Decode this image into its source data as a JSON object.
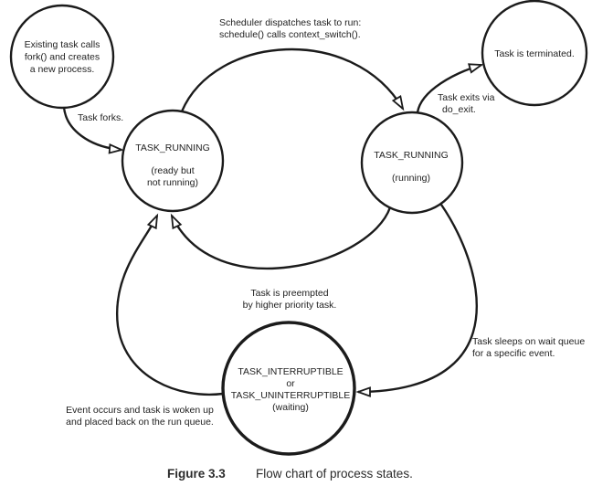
{
  "colors": {
    "ink": "#1b1b1b",
    "background": "#ffffff",
    "text": "#222222"
  },
  "nodes": {
    "new_task": {
      "line1": "Existing task calls",
      "line2": "fork() and creates",
      "line3": "a new process."
    },
    "ready": {
      "name": "TASK_RUNNING",
      "state1": "(ready but",
      "state2": "not running)"
    },
    "running": {
      "name": "TASK_RUNNING",
      "state1": "(running)"
    },
    "terminated": {
      "label": "Task is terminated."
    },
    "waiting": {
      "line1": "TASK_INTERRUPTIBLE",
      "line2": "or",
      "line3": "TASK_UNINTERRUPTIBLE",
      "line4": "(waiting)"
    }
  },
  "edges": {
    "fork": {
      "label": "Task forks."
    },
    "schedule": {
      "line1": "Scheduler dispatches task to run:",
      "line2": "schedule() calls context_switch()."
    },
    "exit": {
      "line1": "Task exits via",
      "line2": "do_exit."
    },
    "preempt": {
      "line1": "Task is preempted",
      "line2": "by higher priority task."
    },
    "sleep": {
      "line1": "Task sleeps on wait queue",
      "line2": "for a specific event."
    },
    "wake": {
      "line1": "Event occurs and task is woken up",
      "line2": "and placed back on the run queue."
    }
  },
  "caption": {
    "label": "Figure 3.3",
    "text": "Flow chart of process states."
  }
}
